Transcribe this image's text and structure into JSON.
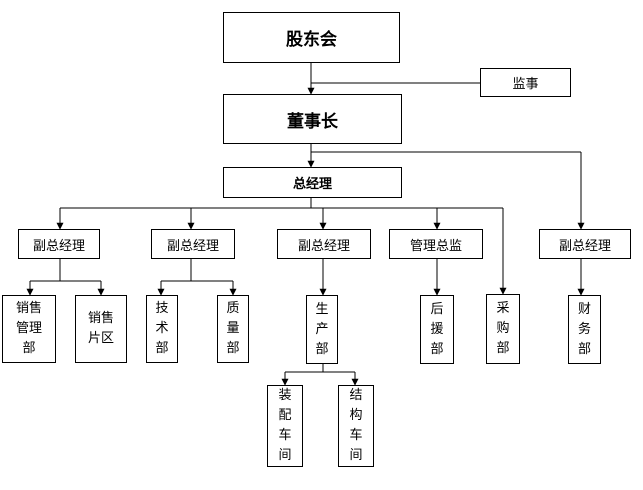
{
  "org_chart": {
    "shareholders": "股东会",
    "supervisor": "监事",
    "chairman": "董事长",
    "general_manager": "总经理",
    "vgm_1": "副总经理",
    "vgm_2": "副总经理",
    "vgm_3": "副总经理",
    "mgmt_director": "管理总监",
    "vgm_4": "副总经理",
    "sales_mgmt_dept": "销售\n管理\n部",
    "sales_region": "销售\n片区",
    "tech_dept": "技\n术\n部",
    "quality_dept": "质\n量\n部",
    "production_dept": "生\n产\n部",
    "assembly_workshop": "装\n配\n车\n间",
    "structure_workshop": "结\n构\n车\n间",
    "logistics_dept": "后\n援\n部",
    "purchasing_dept": "采\n购\n部",
    "finance_dept": "财\n务\n部"
  }
}
